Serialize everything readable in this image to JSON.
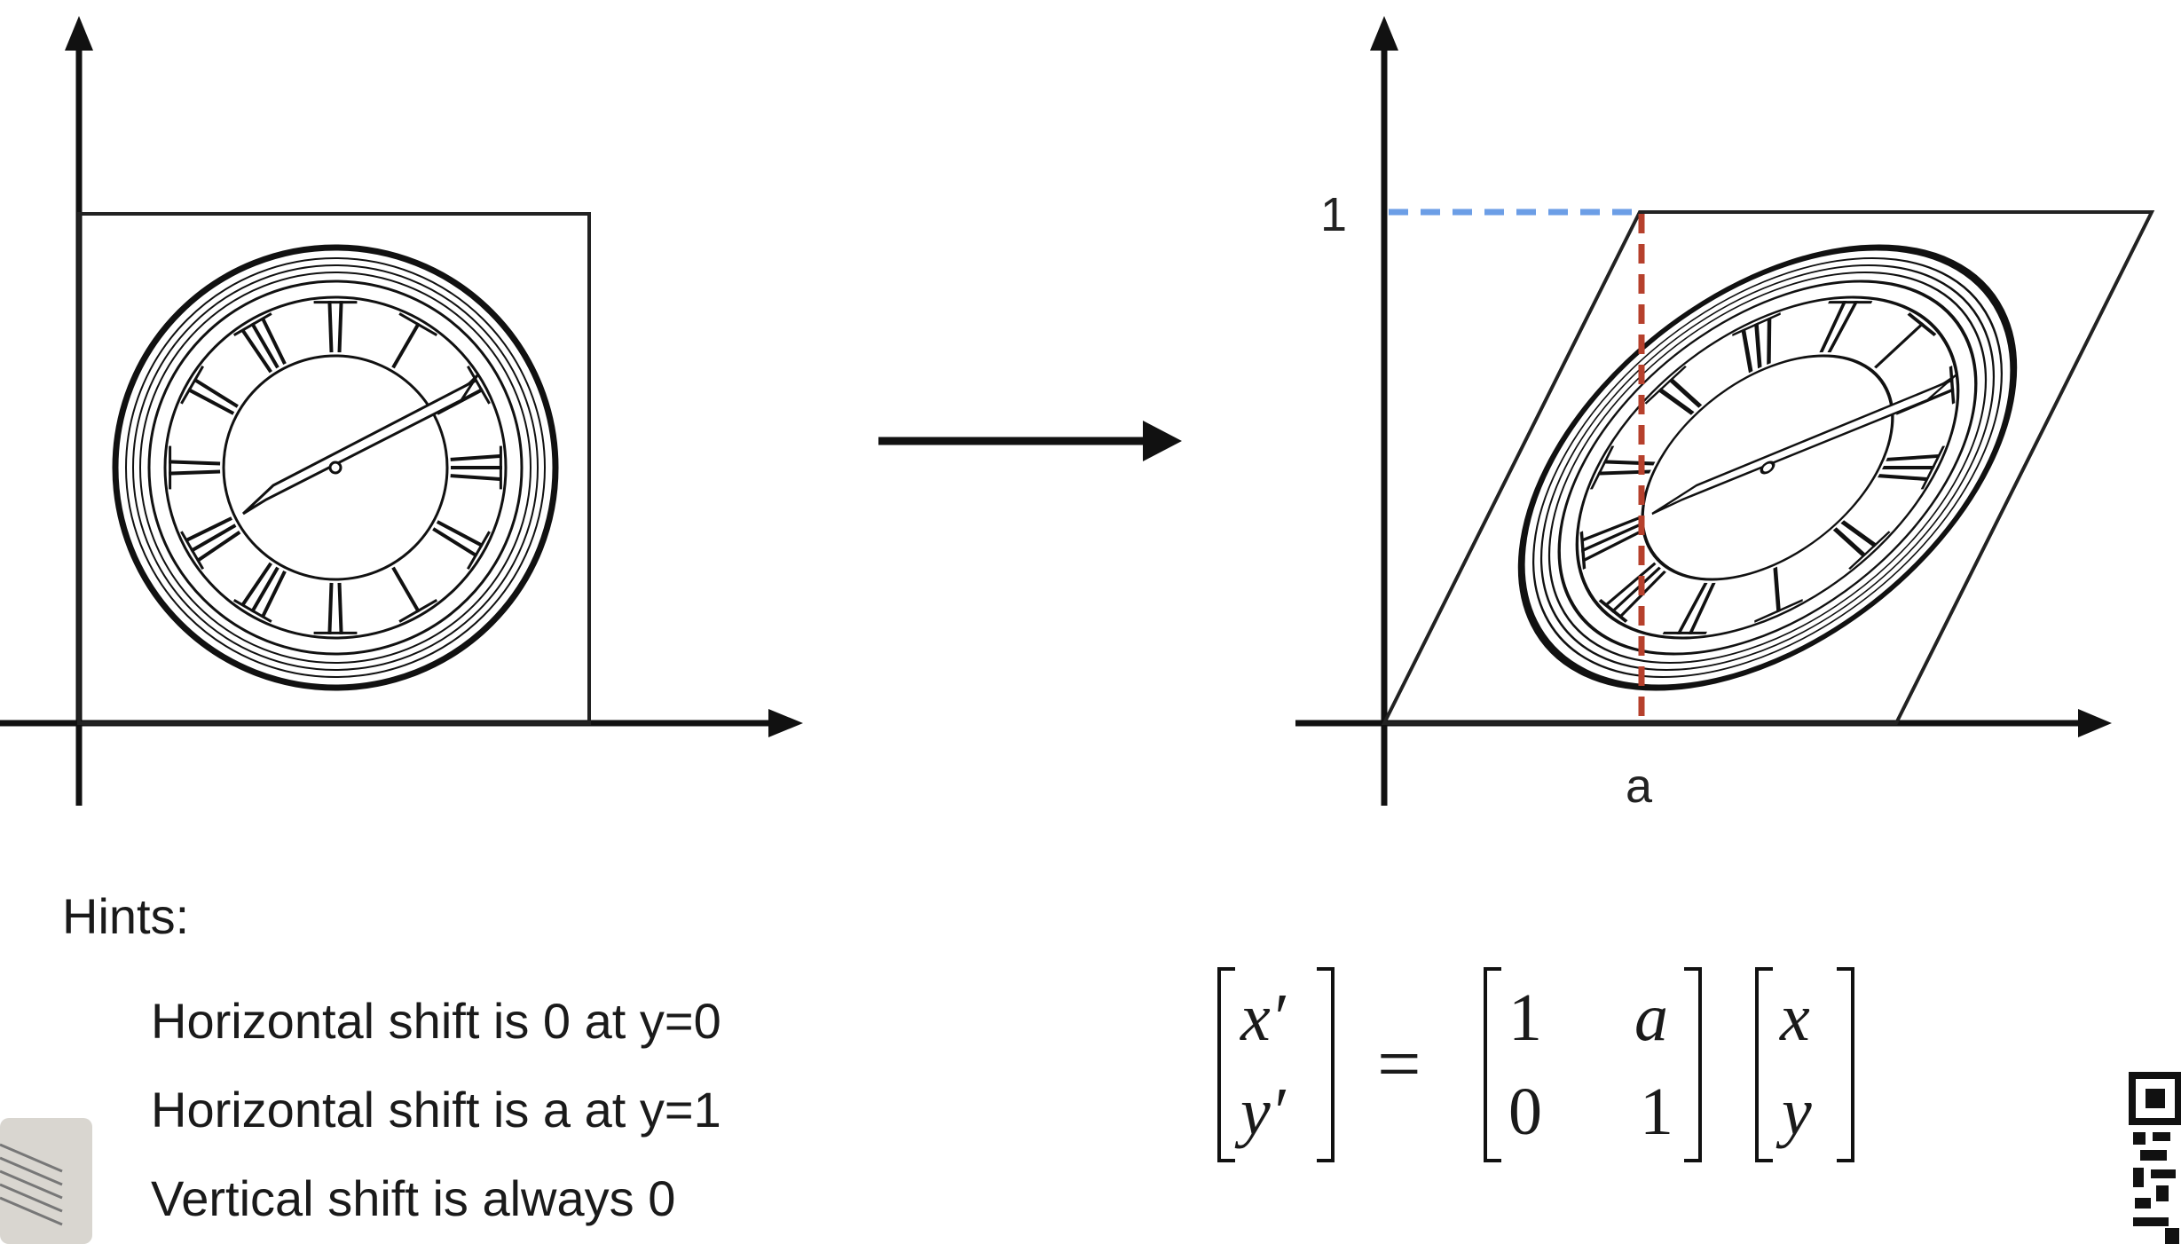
{
  "diagram": {
    "left_panel": {
      "description_icon": "square-clock-icon"
    },
    "arrow_icon": "right-arrow-icon",
    "right_panel": {
      "tick_y_label": "1",
      "tick_x_label": "a",
      "guide_colors": {
        "horizontal": "#6c9ee6",
        "vertical": "#b6402c"
      },
      "description_icon": "sheared-clock-icon"
    }
  },
  "hints": {
    "title": "Hints:",
    "items": [
      "Horizontal shift is 0 at y=0",
      "Horizontal shift is a at y=1",
      "Vertical shift is always 0"
    ]
  },
  "equation": {
    "lhs": [
      "x′",
      "y′"
    ],
    "equals": "=",
    "matrix": [
      [
        "1",
        "a"
      ],
      [
        "0",
        "1"
      ]
    ],
    "rhs": [
      "x",
      "y"
    ]
  }
}
